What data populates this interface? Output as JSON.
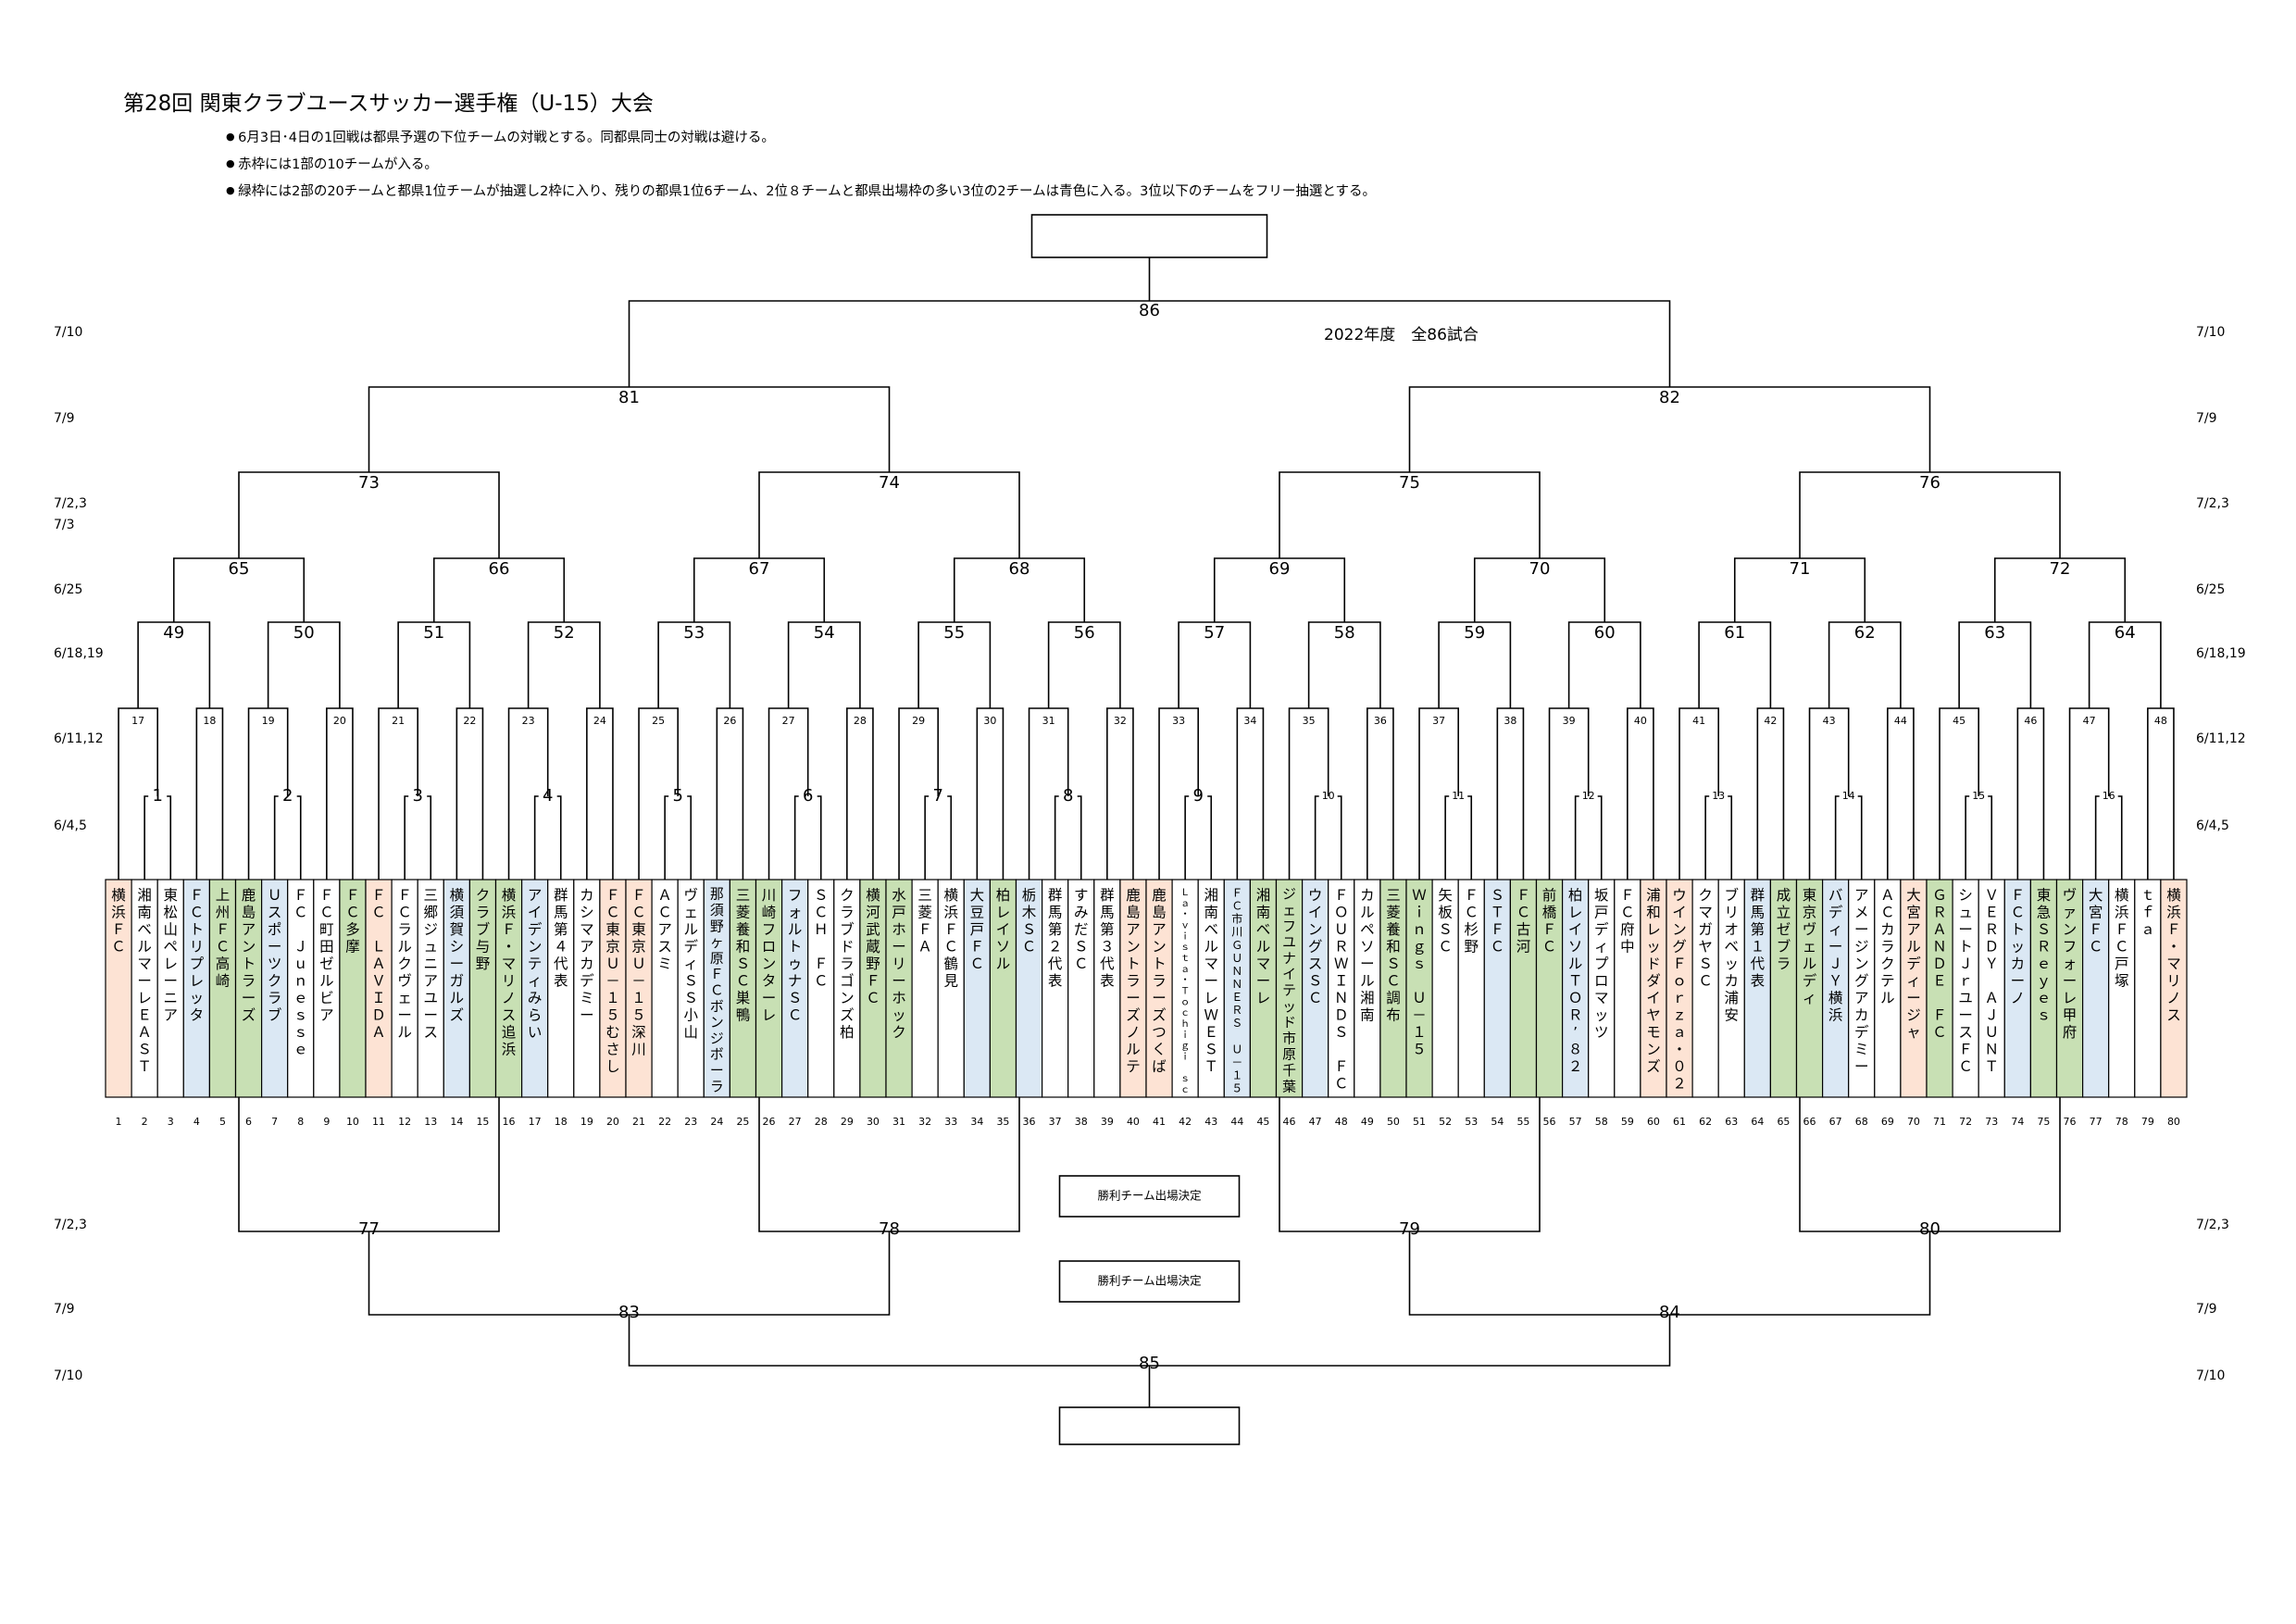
{
  "title": "第28回 関東クラブユースサッカー選手権（U-15）大会",
  "notes": [
    "6月3日･4日の1回戦は都県予選の下位チームの対戦とする。同都県同士の対戦は避ける。",
    "赤枠には1部の10チームが入る。",
    "緑枠には2部の20チームと都県1位チームが抽選し2枠に入り、残りの都県1位6チーム、2位８チームと都県出場枠の多い3位の2チームは青色に入る。3位以下のチームをフリー抽選とする。"
  ],
  "total_note": "2022年度　全86試合",
  "qualify_label": "勝利チーム出場決定",
  "colors": {
    "red": "#fde3d4",
    "green": "#c8e0b4",
    "blue": "#dbe8f4",
    "white": "#ffffff",
    "line": "#000000"
  },
  "date_labels_top": [
    "7/10",
    "7/9",
    "7/2,3",
    "7/3",
    "6/25",
    "6/18,19",
    "6/11,12",
    "6/4,5"
  ],
  "date_labels_right": [
    "7/10",
    "7/9",
    "7/2,3",
    "6/25",
    "6/18,19",
    "6/11,12",
    "6/4,5"
  ],
  "date_labels_bottom": [
    "7/2,3",
    "7/9",
    "7/10"
  ],
  "teams": [
    {
      "name": "横浜ＦＣ",
      "color": "red"
    },
    {
      "name": "湘南ベルマーレＥＡＳＴ",
      "color": "white"
    },
    {
      "name": "東松山ペレーニア",
      "color": "white"
    },
    {
      "name": "ＦＣトリプレッタ",
      "color": "blue"
    },
    {
      "name": "上州ＦＣ高崎",
      "color": "green"
    },
    {
      "name": "鹿島アントラーズ",
      "color": "green"
    },
    {
      "name": "Ｕスポーツクラブ",
      "color": "blue"
    },
    {
      "name": "ＦＣ　Ｊｕｎｅｓｓｅ",
      "color": "white"
    },
    {
      "name": "ＦＣ町田ゼルビア",
      "color": "white"
    },
    {
      "name": "ＦＣ多摩",
      "color": "green"
    },
    {
      "name": "ＦＣ　ＬＡＶＩＤＡ",
      "color": "red"
    },
    {
      "name": "ＦＣラルクヴェール",
      "color": "white"
    },
    {
      "name": "三郷ジュニアユース",
      "color": "white"
    },
    {
      "name": "横須賀シーガルズ",
      "color": "blue"
    },
    {
      "name": "クラブ与野",
      "color": "green"
    },
    {
      "name": "横浜Ｆ・マリノス追浜",
      "color": "green"
    },
    {
      "name": "アイデンティみらい",
      "color": "blue"
    },
    {
      "name": "群馬第４代表",
      "color": "white"
    },
    {
      "name": "カシマアカデミー",
      "color": "white"
    },
    {
      "name": "ＦＣ東京Ｕ－１５むさし",
      "color": "red"
    },
    {
      "name": "ＦＣ東京Ｕ－１５深川",
      "color": "red"
    },
    {
      "name": "ＡＣアスミ",
      "color": "white"
    },
    {
      "name": "ヴェルディＳＳ小山",
      "color": "white"
    },
    {
      "name": "那須野ヶ原ＦＣボンジボーラ",
      "color": "blue"
    },
    {
      "name": "三菱養和ＳＣ巣鴨",
      "color": "green"
    },
    {
      "name": "川崎フロンターレ",
      "color": "green"
    },
    {
      "name": "フォルトゥナＳＣ",
      "color": "blue"
    },
    {
      "name": "ＳＣＨ　ＦＣ",
      "color": "white"
    },
    {
      "name": "クラブドラゴンズ柏",
      "color": "white"
    },
    {
      "name": "横河武蔵野ＦＣ",
      "color": "green"
    },
    {
      "name": "水戸ホーリーホック",
      "color": "green"
    },
    {
      "name": "三菱ＦＡ",
      "color": "white"
    },
    {
      "name": "横浜ＦＣ鶴見",
      "color": "white"
    },
    {
      "name": "大豆戸ＦＣ",
      "color": "blue"
    },
    {
      "name": "柏レイソル",
      "color": "green"
    },
    {
      "name": "栃木ＳＣ",
      "color": "blue"
    },
    {
      "name": "群馬第２代表",
      "color": "white"
    },
    {
      "name": "すみだＳＣ",
      "color": "white"
    },
    {
      "name": "群馬第３代表",
      "color": "white"
    },
    {
      "name": "鹿島アントラーズノルテ",
      "color": "red"
    },
    {
      "name": "鹿島アントラーズつくば",
      "color": "red"
    },
    {
      "name": "Ｌａ・ｖｉｓｔａ・Ｔｏｃｈｉｇｉ　ｓｃ",
      "color": "white"
    },
    {
      "name": "湘南ベルマーレＷＥＳＴ",
      "color": "white"
    },
    {
      "name": "ＦＣ市川ＧＵＮＮＥＲＳ　Ｕ－１５",
      "color": "blue"
    },
    {
      "name": "湘南ベルマーレ",
      "color": "green"
    },
    {
      "name": "ジェフユナイテッド市原千葉",
      "color": "green"
    },
    {
      "name": "ウイングスＳＣ",
      "color": "blue"
    },
    {
      "name": "ＦＯＵＲＷＩＮＤＳ　ＦＣ",
      "color": "white"
    },
    {
      "name": "カルペソール湘南",
      "color": "white"
    },
    {
      "name": "三菱養和ＳＣ調布",
      "color": "green"
    },
    {
      "name": "Ｗｉｎｇｓ　Ｕ－１５",
      "color": "green"
    },
    {
      "name": "矢板ＳＣ",
      "color": "white"
    },
    {
      "name": "ＦＣ杉野",
      "color": "white"
    },
    {
      "name": "ＳＴＦＣ",
      "color": "blue"
    },
    {
      "name": "ＦＣ古河",
      "color": "green"
    },
    {
      "name": "前橋ＦＣ",
      "color": "green"
    },
    {
      "name": "柏レイソルＴＯＲ’８２",
      "color": "blue"
    },
    {
      "name": "坂戸ディプロマッツ",
      "color": "white"
    },
    {
      "name": "ＦＣ府中",
      "color": "white"
    },
    {
      "name": "浦和レッドダイヤモンズ",
      "color": "red"
    },
    {
      "name": "ウイングＦｏｒｚａ・０２",
      "color": "red"
    },
    {
      "name": "クマガヤＳＣ",
      "color": "white"
    },
    {
      "name": "ブリオベッカ浦安",
      "color": "white"
    },
    {
      "name": "群馬第１代表",
      "color": "blue"
    },
    {
      "name": "成立ゼブラ",
      "color": "green"
    },
    {
      "name": "東京ヴェルディ",
      "color": "green"
    },
    {
      "name": "バディーＪＹ横浜",
      "color": "blue"
    },
    {
      "name": "アメージングアカデミー",
      "color": "white"
    },
    {
      "name": "ＡＣカラクテル",
      "color": "white"
    },
    {
      "name": "大宮アルディージャ",
      "color": "red"
    },
    {
      "name": "ＧＲＡＮＤＥ　ＦＣ",
      "color": "green"
    },
    {
      "name": "シュートＪｒユースＦＣ",
      "color": "white"
    },
    {
      "name": "ＶＥＲＤＹ　ＡＪＵＮＴ",
      "color": "white"
    },
    {
      "name": "ＦＣトッカーノ",
      "color": "blue"
    },
    {
      "name": "東急ＳＲｅｙｅｓ",
      "color": "green"
    },
    {
      "name": "ヴァンフォーレ甲府",
      "color": "green"
    },
    {
      "name": "大宮ＦＣ",
      "color": "blue"
    },
    {
      "name": "横浜ＦＣ戸塚",
      "color": "white"
    },
    {
      "name": "ｔｆａ",
      "color": "white"
    },
    {
      "name": "横浜Ｆ・マリノス",
      "color": "red"
    }
  ],
  "team_numbers": [
    "1",
    "2",
    "3",
    "4",
    "5",
    "6",
    "7",
    "8",
    "9",
    "10",
    "11",
    "12",
    "13",
    "14",
    "15",
    "16",
    "17",
    "18",
    "19",
    "20",
    "21",
    "22",
    "23",
    "24",
    "25",
    "26",
    "27",
    "28",
    "29",
    "30",
    "31",
    "32",
    "33",
    "34",
    "35",
    "36",
    "37",
    "38",
    "39",
    "40",
    "41",
    "42",
    "43",
    "44",
    "45",
    "46",
    "47",
    "48",
    "49",
    "50",
    "51",
    "52",
    "53",
    "54",
    "55",
    "56",
    "57",
    "58",
    "59",
    "60",
    "61",
    "62",
    "63",
    "64",
    "65",
    "66",
    "67",
    "68",
    "69",
    "70",
    "71",
    "72",
    "73",
    "74",
    "75",
    "76",
    "77",
    "78",
    "79",
    "80"
  ],
  "match_labels": {
    "r1": [
      "1",
      "2",
      "3",
      "4",
      "5",
      "6",
      "7",
      "8",
      "9",
      "10",
      "11",
      "12",
      "13",
      "14",
      "15",
      "16"
    ],
    "r2": [
      "17",
      "18",
      "19",
      "20",
      "21",
      "22",
      "23",
      "24",
      "25",
      "26",
      "27",
      "28",
      "29",
      "30",
      "31",
      "32",
      "33",
      "34",
      "35",
      "36",
      "37",
      "38",
      "39",
      "40",
      "41",
      "42",
      "43",
      "44",
      "45",
      "46",
      "47",
      "48"
    ],
    "r3": [
      "49",
      "50",
      "51",
      "52",
      "53",
      "54",
      "55",
      "56",
      "57",
      "58",
      "59",
      "60",
      "61",
      "62",
      "63",
      "64"
    ],
    "r4": [
      "65",
      "66",
      "67",
      "68",
      "69",
      "70",
      "71",
      "72"
    ],
    "r5": [
      "73",
      "74",
      "75",
      "76"
    ],
    "r6": [
      "81",
      "82"
    ],
    "final": "86",
    "b1": [
      "77",
      "78",
      "79",
      "80"
    ],
    "b2": [
      "83",
      "84"
    ],
    "b3": "85"
  }
}
